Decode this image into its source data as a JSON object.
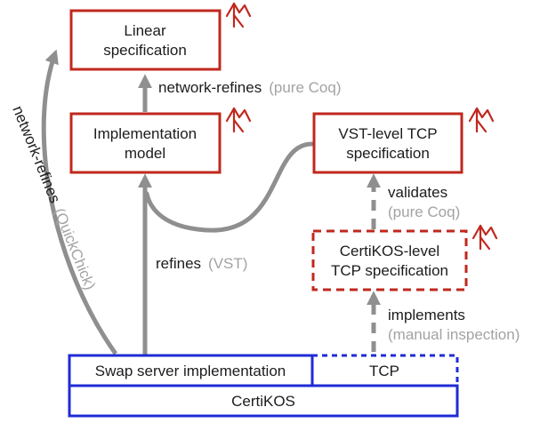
{
  "boxes": {
    "linear_spec": {
      "line1": "Linear",
      "line2": "specification"
    },
    "impl_model": {
      "line1": "Implementation",
      "line2": "model"
    },
    "vst_tcp": {
      "line1": "VST-level TCP",
      "line2": "specification"
    },
    "certikos_tcp": {
      "line1": "CertiKOS-level",
      "line2": "TCP specification"
    },
    "swap_server": {
      "label": "Swap server implementation"
    },
    "tcp": {
      "label": "TCP"
    },
    "certikos": {
      "label": "CertiKOS"
    }
  },
  "edges": {
    "network_refines_top": {
      "label": "network-refines",
      "note": "(pure Coq)"
    },
    "refines": {
      "label": "refines",
      "note": "(VST)"
    },
    "validates": {
      "label": "validates",
      "note": "(pure Coq)"
    },
    "implements": {
      "label": "implements",
      "note": "(manual inspection)"
    },
    "network_refines_side": {
      "label": "network-refines",
      "note": "(QuickChick)"
    }
  },
  "colors": {
    "spec_red": "#c0281e",
    "impl_blue": "#1f2bd6",
    "arrow_gray": "#8f8f8f",
    "note_gray": "#a3a3a3"
  },
  "icons": {
    "coq_logo": "coq-rooster-icon"
  }
}
